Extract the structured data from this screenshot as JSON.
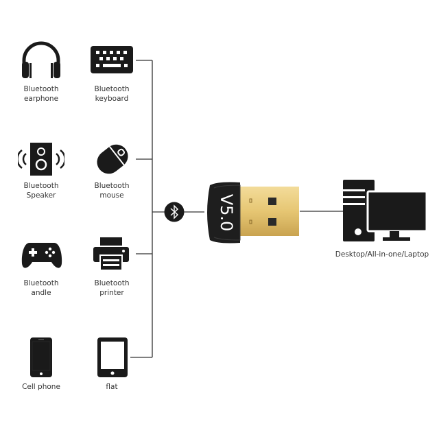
{
  "devices": [
    {
      "id": "earphone",
      "line1": "Bluetooth",
      "line2": "earphone",
      "icon": "headphones-icon"
    },
    {
      "id": "keyboard",
      "line1": "Bluetooth",
      "line2": "keyboard",
      "icon": "keyboard-icon"
    },
    {
      "id": "speaker",
      "line1": "Bluetooth",
      "line2": "Speaker",
      "icon": "speaker-icon"
    },
    {
      "id": "mouse",
      "line1": "Bluetooth",
      "line2": "mouse",
      "icon": "mouse-icon"
    },
    {
      "id": "handle",
      "line1": "Bluetooth",
      "line2": "andle",
      "icon": "gamepad-icon"
    },
    {
      "id": "printer",
      "line1": "Bluetooth",
      "line2": "printer",
      "icon": "printer-icon"
    },
    {
      "id": "phone",
      "line1": "Cell phone",
      "icon": "phone-icon"
    },
    {
      "id": "flat",
      "line1": "flat",
      "icon": "tablet-icon"
    }
  ],
  "adapter": {
    "version": "V5.0",
    "icon": "bluetooth-icon"
  },
  "host": {
    "label": "Desktop/All-in-one/Laptop",
    "icon": "desktop-computer-icon"
  },
  "colors": {
    "icon": "#1a1a1a",
    "gold": "#e8c877",
    "line": "#333333"
  }
}
